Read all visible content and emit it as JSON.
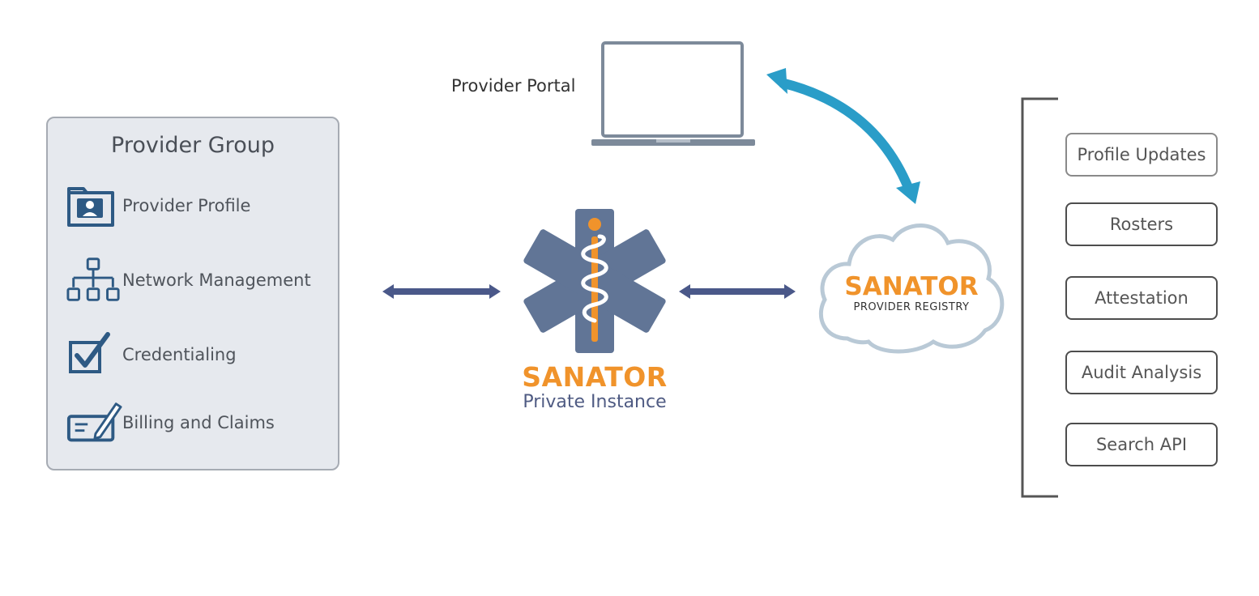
{
  "provider_group": {
    "title": "Provider Group",
    "features": [
      {
        "label": "Provider Profile",
        "icon": "profile-folder-icon"
      },
      {
        "label": "Network Management",
        "icon": "org-chart-icon"
      },
      {
        "label": "Credentialing",
        "icon": "checkbox-icon"
      },
      {
        "label": "Billing and Claims",
        "icon": "check-pen-icon"
      }
    ]
  },
  "portal": {
    "label": "Provider Portal",
    "icon": "laptop-icon"
  },
  "private_instance": {
    "brand": "SANATOR",
    "subtitle": "Private Instance",
    "icon": "star-of-life-icon"
  },
  "registry": {
    "brand": "SANATOR",
    "subtitle": "PROVIDER REGISTRY",
    "icon": "cloud-icon"
  },
  "services": [
    "Profile Updates",
    "Rosters",
    "Attestation",
    "Audit Analysis",
    "Search API"
  ],
  "colors": {
    "brand_orange": "#f0932b",
    "navy": "#4f5b83",
    "icon_blue": "#2e5a84",
    "arrow_teal": "#2a9dc8",
    "star_slate": "#617596",
    "panel_bg": "#e6e9ee"
  }
}
